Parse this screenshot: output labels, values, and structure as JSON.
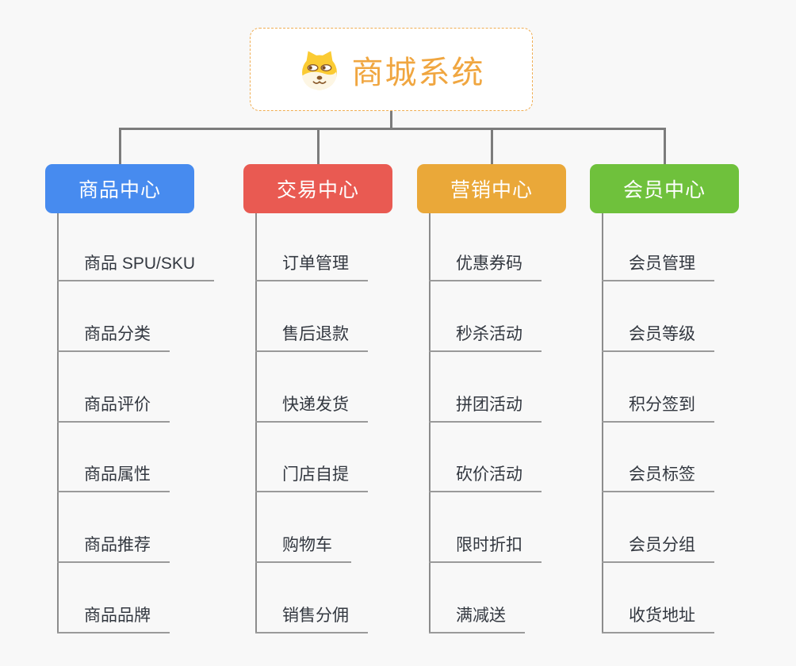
{
  "root": {
    "title": "商城系统",
    "icon": "dog-face-icon"
  },
  "branches": [
    {
      "label": "商品中心",
      "color": "#478BEF",
      "children": [
        "商品 SPU/SKU",
        "商品分类",
        "商品评价",
        "商品属性",
        "商品推荐",
        "商品品牌"
      ]
    },
    {
      "label": "交易中心",
      "color": "#E95A52",
      "children": [
        "订单管理",
        "售后退款",
        "快递发货",
        "门店自提",
        "购物车",
        "销售分佣"
      ]
    },
    {
      "label": "营销中心",
      "color": "#EAA839",
      "children": [
        "优惠券码",
        "秒杀活动",
        "拼团活动",
        "砍价活动",
        "限时折扣",
        "满减送"
      ]
    },
    {
      "label": "会员中心",
      "color": "#6FC13C",
      "children": [
        "会员管理",
        "会员等级",
        "积分签到",
        "会员标签",
        "会员分组",
        "收货地址"
      ]
    }
  ],
  "colors": {
    "background": "#F8F8F8",
    "root_border": "#F0AD52",
    "root_text": "#F0A640",
    "connector": "#7C7C7C",
    "spine": "#8C8C8C",
    "underline": "#9A9A9A",
    "child_text": "#333840",
    "branch_text": "#FFFFFF",
    "icon_yellow": "#FBCB33",
    "icon_cream": "#FDF6E4",
    "icon_brown": "#8A5A2B"
  }
}
